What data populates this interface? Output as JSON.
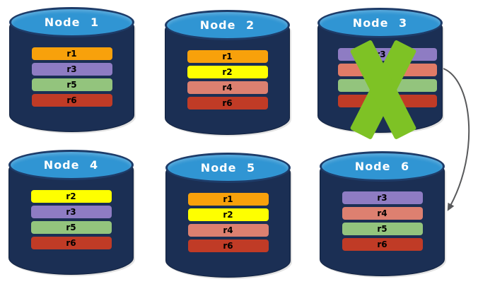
{
  "theme": {
    "page-bg": "#FFFFFF",
    "cylinder-body": "#1B2F54",
    "cylinder-top": "#3095D3",
    "cylinder-border": "#1E3C69",
    "title-color": "#FFFFFF",
    "bar-label-color": "#000000",
    "x-color": "#7EC225",
    "arrow-color": "#58595B"
  },
  "nodes": [
    {
      "title": "Node 1",
      "replicas": [
        {
          "label": "r1",
          "color": "#F8A10B"
        },
        {
          "label": "r3",
          "color": "#8E7CC3"
        },
        {
          "label": "r5",
          "color": "#93C47D"
        },
        {
          "label": "r6",
          "color": "#C03B26"
        }
      ]
    },
    {
      "title": "Node 2",
      "replicas": [
        {
          "label": "r1",
          "color": "#F8A10B"
        },
        {
          "label": "r2",
          "color": "#FEFF00"
        },
        {
          "label": "r4",
          "color": "#DD8070"
        },
        {
          "label": "r6",
          "color": "#C03B26"
        }
      ]
    },
    {
      "title": "Node 3",
      "replicas": [
        {
          "label": "r3",
          "color": "#8E7CC3"
        },
        {
          "label": "",
          "color": "#E07B67"
        },
        {
          "label": "",
          "color": "#93C47D"
        },
        {
          "label": "",
          "color": "#C03B26"
        }
      ]
    },
    {
      "title": "Node 4",
      "replicas": [
        {
          "label": "r2",
          "color": "#FEFF00"
        },
        {
          "label": "r3",
          "color": "#8E7CC3"
        },
        {
          "label": "r5",
          "color": "#93C47D"
        },
        {
          "label": "r6",
          "color": "#C03B26"
        }
      ]
    },
    {
      "title": "Node 5",
      "replicas": [
        {
          "label": "r1",
          "color": "#F8A10B"
        },
        {
          "label": "r2",
          "color": "#FEFF00"
        },
        {
          "label": "r4",
          "color": "#DD8070"
        },
        {
          "label": "r6",
          "color": "#C03B26"
        }
      ]
    },
    {
      "title": "Node 6",
      "replicas": [
        {
          "label": "r3",
          "color": "#8E7CC3"
        },
        {
          "label": "r4",
          "color": "#DD8070"
        },
        {
          "label": "r5",
          "color": "#93C47D"
        },
        {
          "label": "r6",
          "color": "#C03B26"
        }
      ]
    }
  ],
  "failure_marker": {
    "node": "Node 3"
  },
  "arrow": {
    "from_node": "Node 3",
    "to_node": "Node 6"
  }
}
